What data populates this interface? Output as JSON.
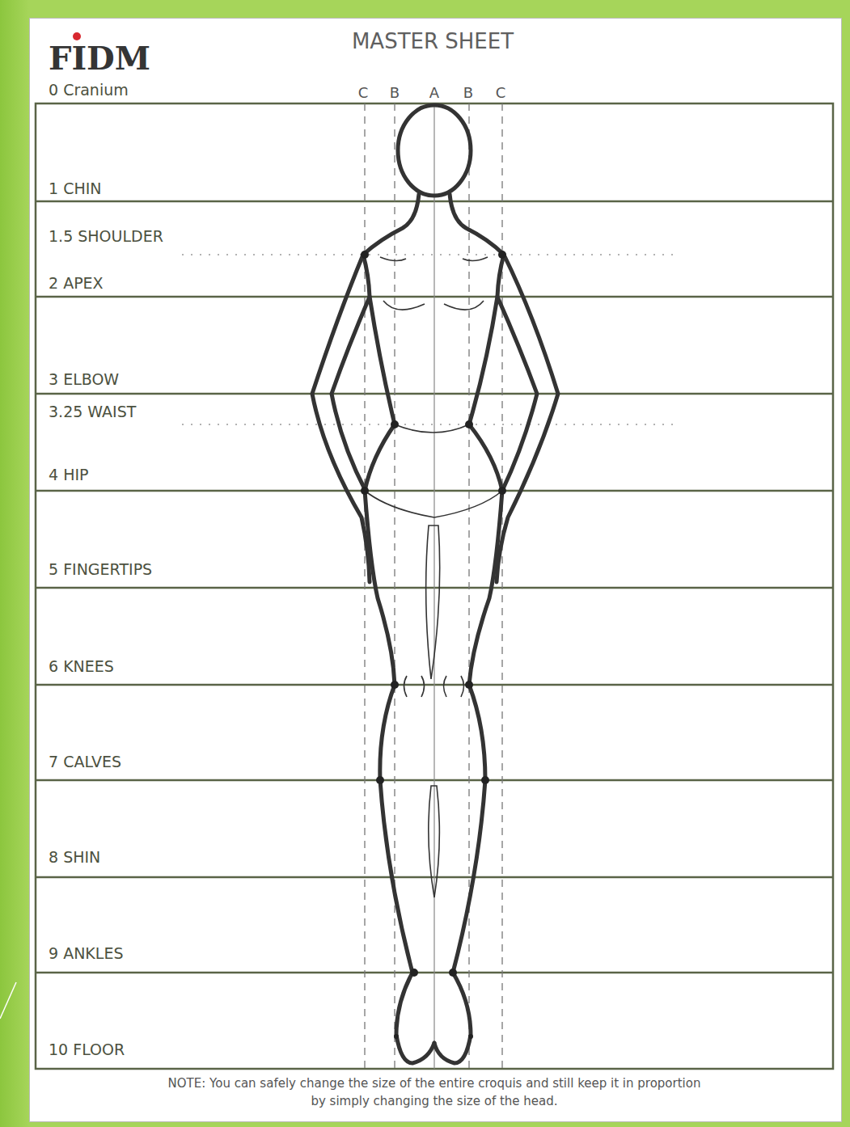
{
  "diagram": {
    "title": "MASTER SHEET",
    "caption": "NOTE: You can safely change the size of the entire croquis and still keep it in proportion by simply changing the size of the head.",
    "labels": [
      "FIDM",
      "0 Cranium",
      "C",
      "B",
      "A",
      "B",
      "C",
      "1 CHIN",
      "1.5 SHOULDER",
      "2 APEX",
      "3 ELBOW",
      "3.25 WAIST",
      "4 HIP",
      "5 FINGERTIPS",
      "6 KNEES",
      "7 CALVES",
      "8 SHIN",
      "9 ANKLES",
      "10 FLOOR"
    ]
  }
}
